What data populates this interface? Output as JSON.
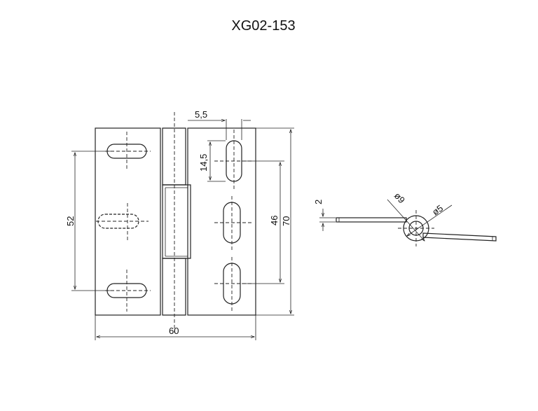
{
  "title": "XG02-153",
  "dimensions": {
    "slot_spacing": "5,5",
    "slot_length": "14,5",
    "outer_span_left": "52",
    "hole_span_right": "46",
    "height": "70",
    "width": "60",
    "leaf_thickness": "2",
    "knuckle_outer": "ø9",
    "pin_diameter": "ø5"
  }
}
